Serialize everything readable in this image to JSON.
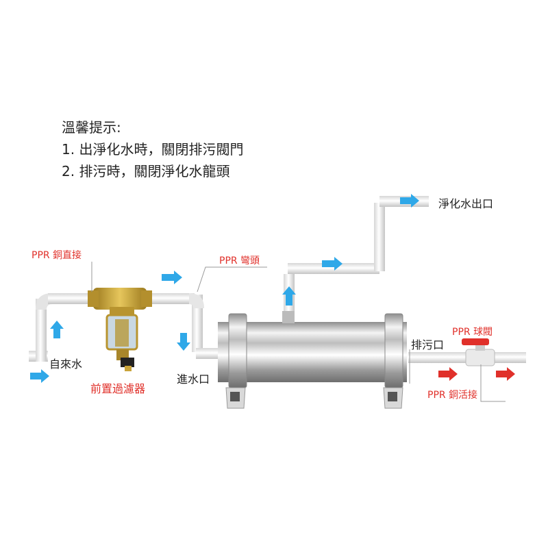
{
  "tips": {
    "heading": "溫馨提示:",
    "lines": [
      "1. 出淨化水時，關閉排污閥門",
      "2. 排污時，關閉淨化水龍頭"
    ]
  },
  "labels": {
    "outlet": "淨化水出口",
    "ppr_copper_straight": "PPR 銅直接",
    "ppr_elbow": "PPR 彎頭",
    "tap_water": "自來水",
    "prefilter": "前置過濾器",
    "inlet": "進水口",
    "drain_outlet": "排污口",
    "ppr_ball_valve": "PPR 球閥",
    "ppr_copper_union": "PPR 銅活接"
  },
  "colors": {
    "flow_arrow": "#2fa8e8",
    "drain_arrow": "#e0302a",
    "callout_red": "#e0302a",
    "pipe": "#f2f2f2",
    "brass": "#c9a43a"
  }
}
